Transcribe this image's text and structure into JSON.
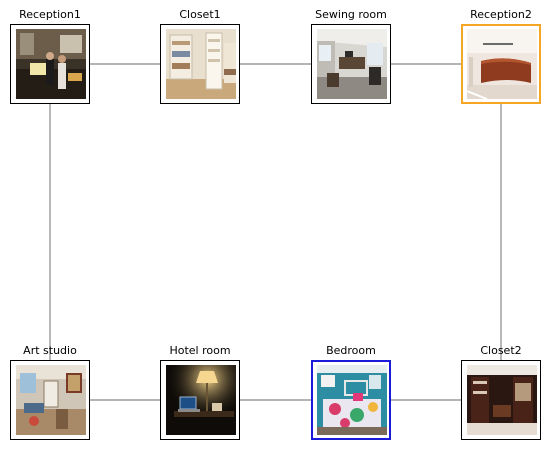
{
  "graph": {
    "nodes": [
      {
        "id": "reception1",
        "label": "Reception1",
        "highlight": null,
        "icon": "reception-photo"
      },
      {
        "id": "closet1",
        "label": "Closet1",
        "highlight": null,
        "icon": "closet-photo"
      },
      {
        "id": "sewing_room",
        "label": "Sewing room",
        "highlight": null,
        "icon": "sewing-room-photo"
      },
      {
        "id": "reception2",
        "label": "Reception2",
        "highlight": "#f5a623",
        "icon": "reception-desk-photo"
      },
      {
        "id": "art_studio",
        "label": "Art studio",
        "highlight": null,
        "icon": "art-studio-photo"
      },
      {
        "id": "hotel_room",
        "label": "Hotel room",
        "highlight": null,
        "icon": "hotel-room-photo"
      },
      {
        "id": "bedroom",
        "label": "Bedroom",
        "highlight": "#1a1adb",
        "icon": "bedroom-photo"
      },
      {
        "id": "closet2",
        "label": "Closet2",
        "highlight": null,
        "icon": "walk-in-closet-photo"
      }
    ],
    "edges": [
      [
        "reception1",
        "closet1"
      ],
      [
        "closet1",
        "sewing_room"
      ],
      [
        "sewing_room",
        "reception2"
      ],
      [
        "reception1",
        "art_studio"
      ],
      [
        "reception2",
        "closet2"
      ],
      [
        "art_studio",
        "hotel_room"
      ],
      [
        "hotel_room",
        "bedroom"
      ],
      [
        "bedroom",
        "closet2"
      ]
    ],
    "edge_color": "#888888"
  }
}
